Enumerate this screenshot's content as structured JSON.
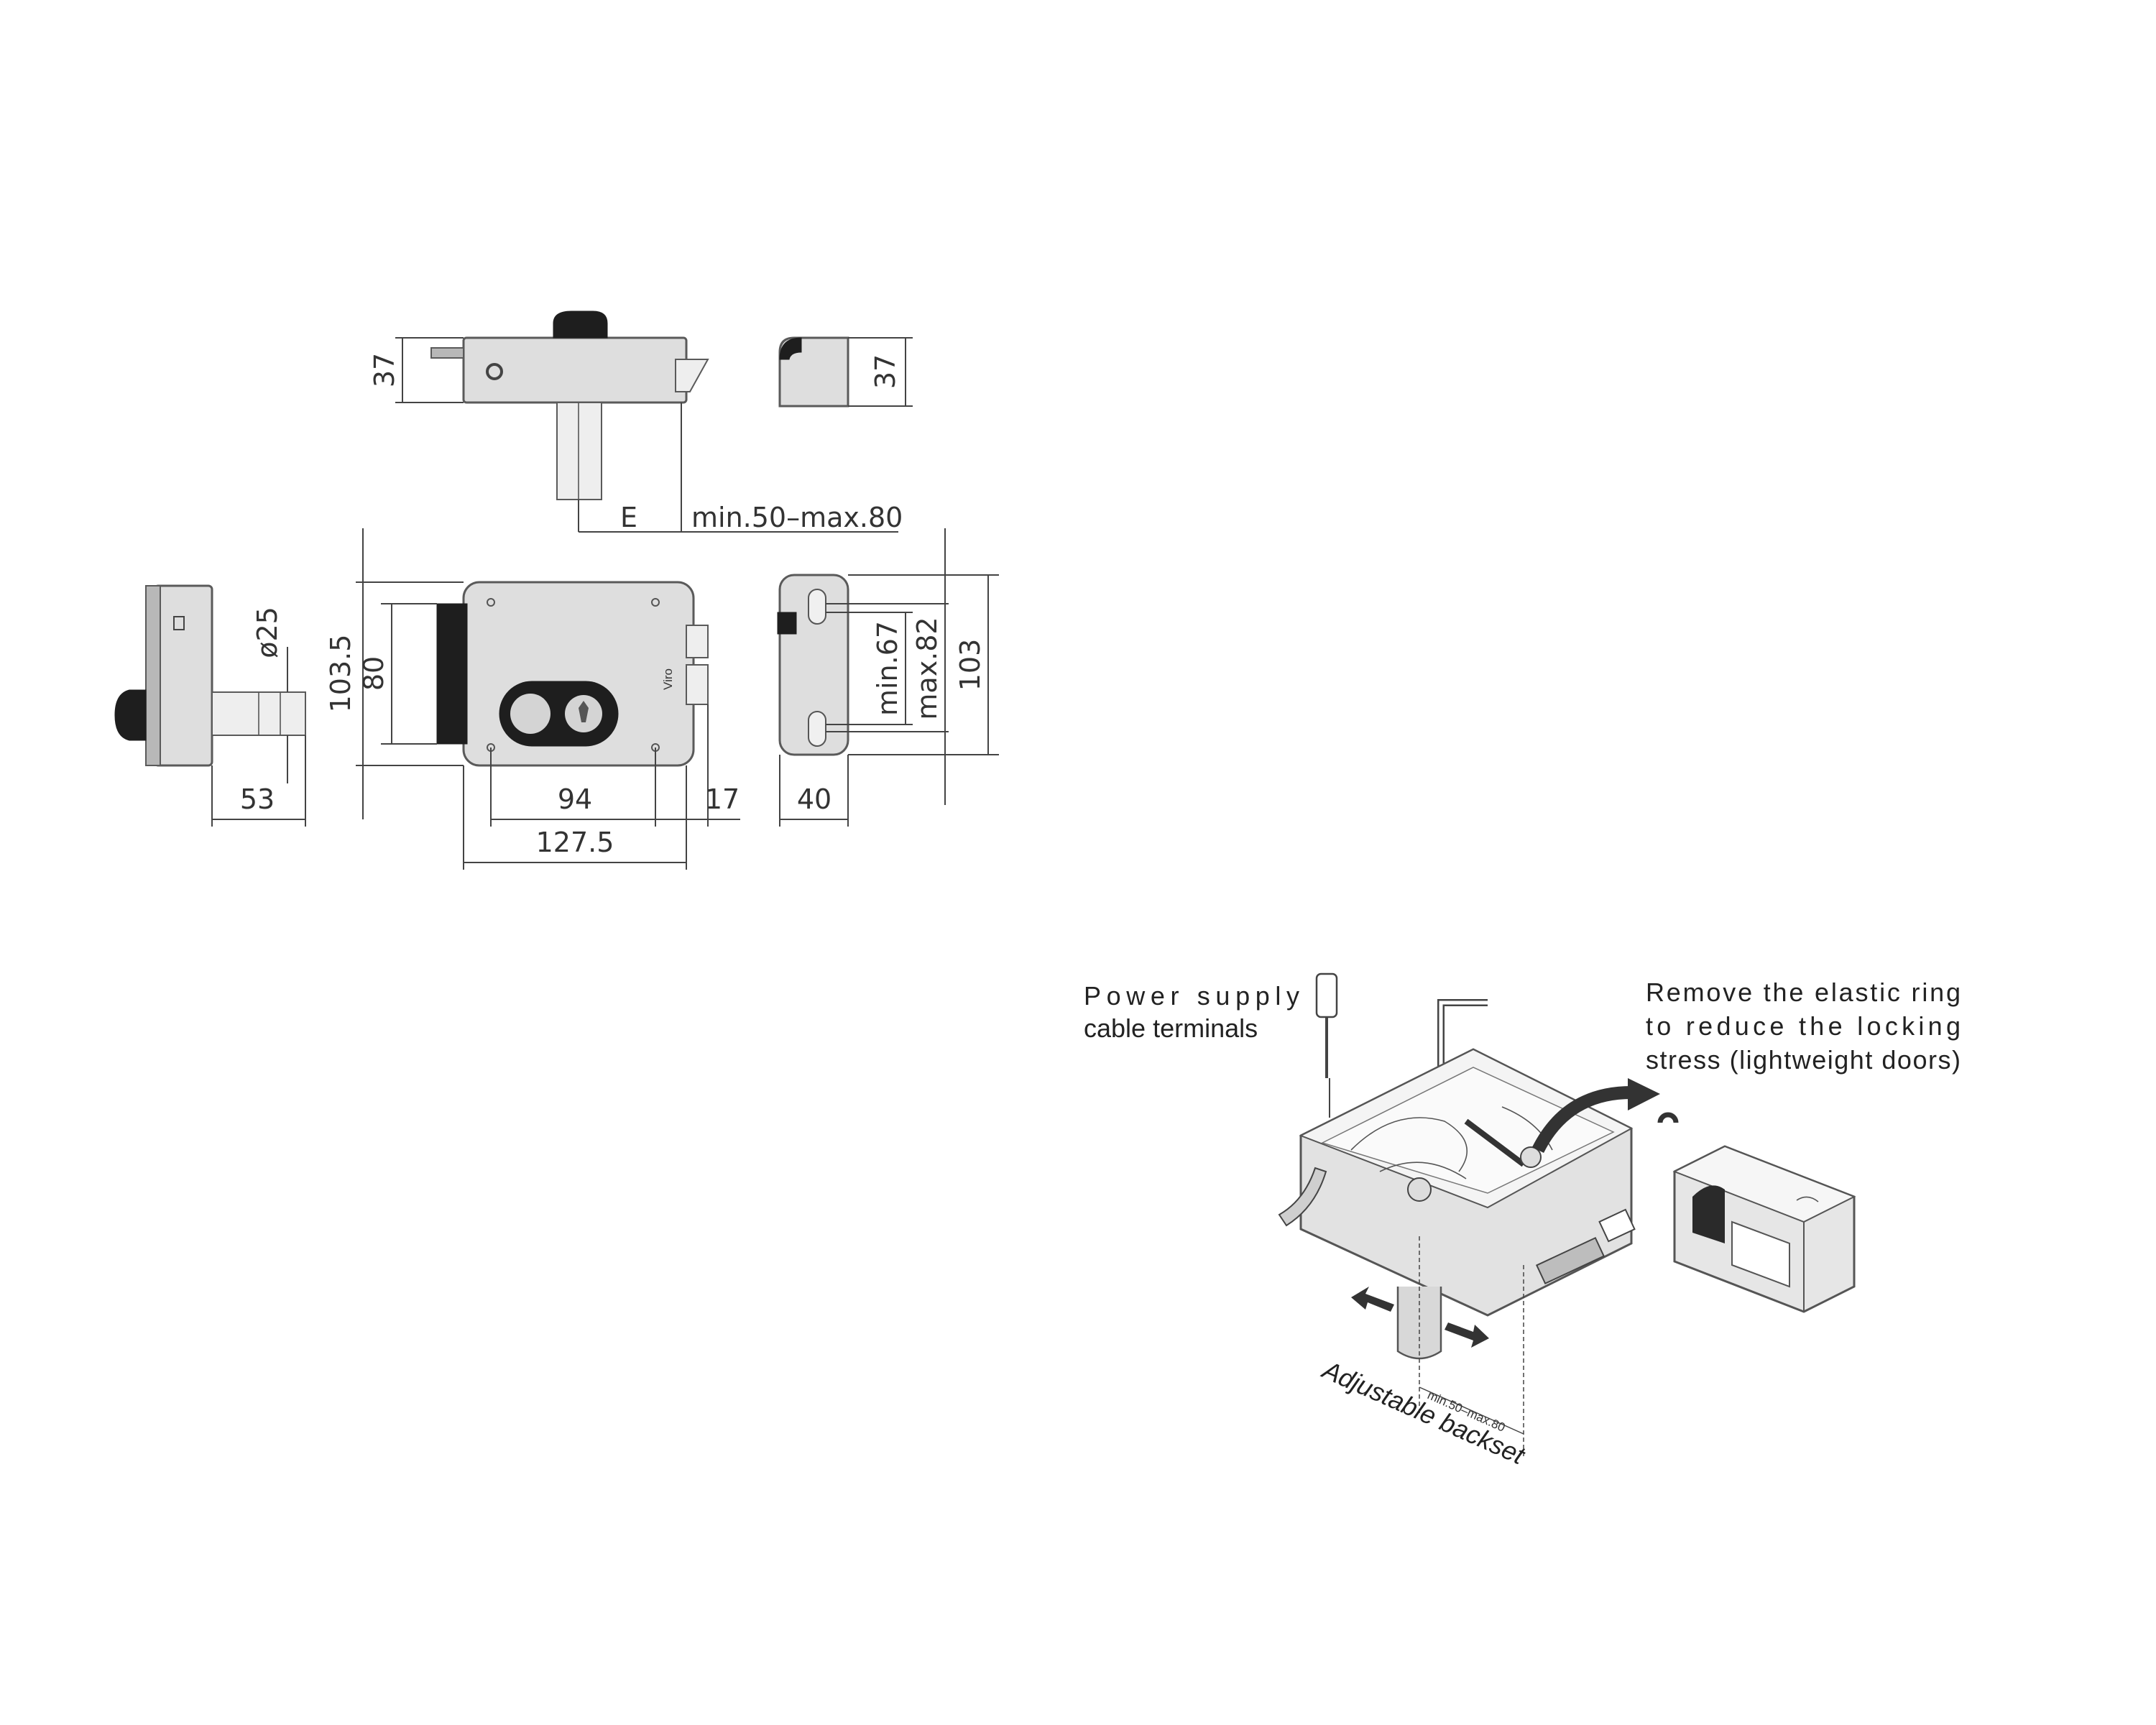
{
  "dimensions": {
    "top_height": "37",
    "end_height": "37",
    "backset_label": "E",
    "backset_range": "min.50–max.80",
    "diameter": "ø25",
    "height_outer": "103.5",
    "height_inner": "80",
    "spindle": "53",
    "hole_spacing": "94",
    "latch": "17",
    "width": "127.5",
    "mount_min": "min.67",
    "mount_max": "max.82",
    "end_total": "103",
    "depth": "40"
  },
  "brand_mark": "Viro",
  "notes": {
    "power_line1": "Power supply",
    "power_line2": "cable terminals",
    "ring_line1": "Remove the elastic ring",
    "ring_line2": "to reduce the locking",
    "ring_line3": "stress (lightweight doors)",
    "backset_note": "Adjustable backset",
    "small_backset": "min.50–max.80"
  },
  "icons": [
    "elastic-ring-icon",
    "screwdriver-icon",
    "allen-key-icon",
    "adjust-arrow-icon"
  ]
}
